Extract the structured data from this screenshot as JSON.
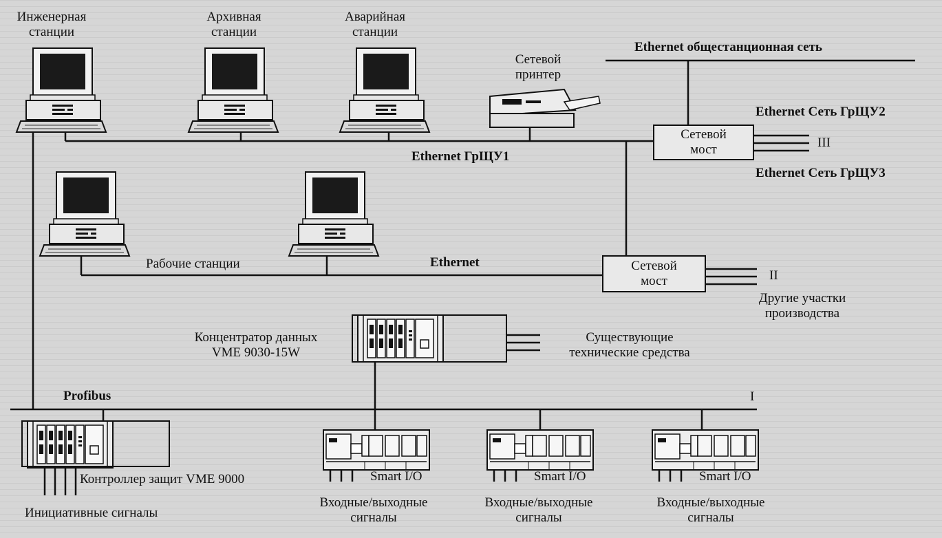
{
  "labels": {
    "engineering_station": [
      "Инженерная",
      "станции"
    ],
    "archive_station": [
      "Архивная",
      "станции"
    ],
    "emergency_station": [
      "Аварийная",
      "станции"
    ],
    "network_printer": [
      "Сетевой",
      "принтер"
    ],
    "ethernet_plant": "Ethernet общестанционная сеть",
    "ethernet_grshchu2": "Ethernet Сеть ГрЩУ2",
    "ethernet_grshchu3": "Ethernet Сеть ГрЩУ3",
    "ethernet_grshchu1": "Ethernet ГрЩУ1",
    "bridge_top": [
      "Сетевой",
      "мост"
    ],
    "roman_III": "III",
    "workstations": "Рабочие станции",
    "ethernet": "Ethernet",
    "bridge_mid": [
      "Сетевой",
      "мост"
    ],
    "roman_II": "II",
    "other_areas": [
      "Другие участки",
      "производства"
    ],
    "concentrator": [
      "Концентратор данных",
      "VME 9030-15W"
    ],
    "existing_equipment": [
      "Существующие",
      "технические средства"
    ],
    "profibus": "Profibus",
    "roman_I": "I",
    "protection_controller": "Контроллер защит VME 9000",
    "initiating_signals": "Инициативные сигналы",
    "smart_io": "Smart I/O",
    "io_signals": [
      "Входные/выходные",
      "сигналы"
    ]
  }
}
